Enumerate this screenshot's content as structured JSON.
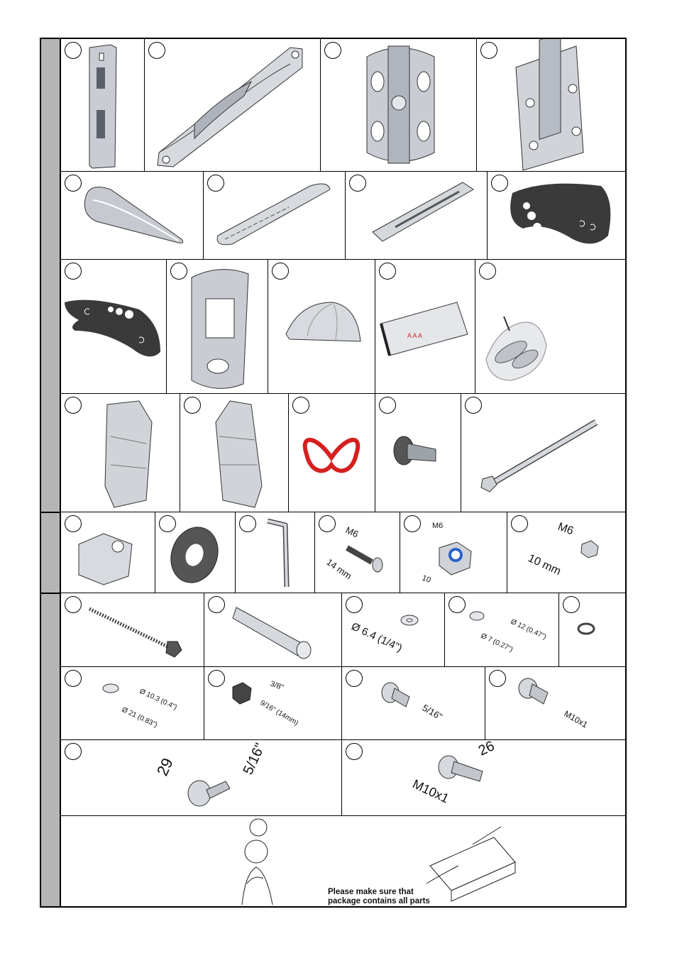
{
  "colors": {
    "sidebar": "#b5b5b5",
    "metal": "#c9ccd2",
    "dark_plate": "#3a3a3a",
    "logo_red": "#d42020",
    "nut_ring": "#2a62c9"
  },
  "parts": [
    {
      "icon": "slim-vertical-rail-icon"
    },
    {
      "icon": "long-arm-icon"
    },
    {
      "icon": "wall-plate-icon"
    },
    {
      "icon": "tv-plate-icon"
    },
    {
      "icon": "cone-cover-icon"
    },
    {
      "icon": "arm-cover-icon"
    },
    {
      "icon": "slotted-bar-icon"
    },
    {
      "icon": "dark-cover-plate-icon"
    },
    {
      "icon": "dark-cover-plate-left-icon"
    },
    {
      "icon": "front-cover-icon"
    },
    {
      "icon": "dome-cap-icon"
    },
    {
      "icon": "label-strip-icon"
    },
    {
      "icon": "bag-of-pins-icon"
    },
    {
      "icon": "side-cover-right-icon"
    },
    {
      "icon": "side-cover-left-icon"
    },
    {
      "icon": "butterfly-logo-icon"
    },
    {
      "icon": "knob-pin-icon"
    },
    {
      "icon": "long-bolt-icon"
    },
    {
      "icon": "cage-nut-icon"
    },
    {
      "icon": "foam-washer-icon"
    },
    {
      "icon": "allen-key-icon"
    },
    {
      "icon": "m6-screw-icon"
    },
    {
      "icon": "m6-lock-nut-icon"
    },
    {
      "icon": "m6-nut-icon"
    },
    {
      "icon": "lag-screw-icon"
    },
    {
      "icon": "wall-anchor-icon"
    },
    {
      "icon": "washer-6-4-icon"
    },
    {
      "icon": "washer-7-12-icon"
    },
    {
      "icon": "spring-washer-icon"
    },
    {
      "icon": "washer-10-3-icon"
    },
    {
      "icon": "lock-nut-3-8-icon"
    },
    {
      "icon": "sleeve-5-16-icon"
    },
    {
      "icon": "sleeve-m10-icon"
    },
    {
      "icon": "shoulder-bolt-5-16-icon"
    },
    {
      "icon": "shoulder-bolt-m10-icon"
    },
    {
      "icon": "thinking-man-icon"
    },
    {
      "icon": "open-box-icon"
    }
  ],
  "dims": {
    "m6_screw": {
      "size": "M6",
      "length": "14 mm"
    },
    "m6_lock_nut": {
      "size": "M6",
      "length": "10"
    },
    "m6_nut": {
      "size": "M6",
      "length": "10 mm"
    },
    "washer_a": {
      "d": "Ø 6.4 (1/4\")"
    },
    "washer_b": {
      "outer": "Ø 12 (0.47\")",
      "inner": "Ø 7 (0.27\")"
    },
    "washer_c": {
      "inner": "Ø 10.3 (0.4\")",
      "outer": "Ø 21 (0.83\")"
    },
    "lock_nut": {
      "size": "3/8\"",
      "width": "9/16\" (14mm)"
    },
    "sleeve_a": {
      "size": "5/16\""
    },
    "sleeve_b": {
      "size": "M10x1"
    },
    "bolt_a": {
      "length": "29",
      "thread": "5/16\""
    },
    "bolt_b": {
      "length": "26",
      "thread": "M10x1"
    }
  },
  "note": {
    "line1": "Please make sure that",
    "line2": "package contains all parts"
  }
}
